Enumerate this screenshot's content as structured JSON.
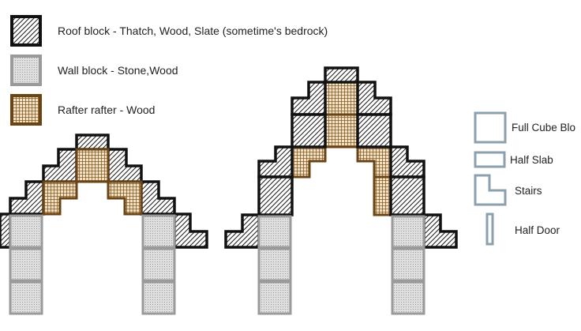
{
  "legend": {
    "roof_label": "Roof block - Thatch, Wood, Slate (sometime's bedrock)",
    "wall_label": "Wall block - Stone,Wood",
    "rafter_label": "Rafter rafter - Wood"
  },
  "shape_key": {
    "full_cube_label": "Full Cube Blo",
    "half_slab_label": "Half Slab",
    "stairs_label": "Stairs",
    "half_door_label": "Half Door"
  },
  "colors": {
    "roof_outline": "#111111",
    "roof_fill": "#ffffff",
    "wall_outline": "#9a9a9a",
    "wall_fill": "#d6d6d6",
    "rafter_outline": "#6b4416",
    "rafter_fill": "#e9d7b4",
    "key_outline": "#8aa0ad"
  }
}
